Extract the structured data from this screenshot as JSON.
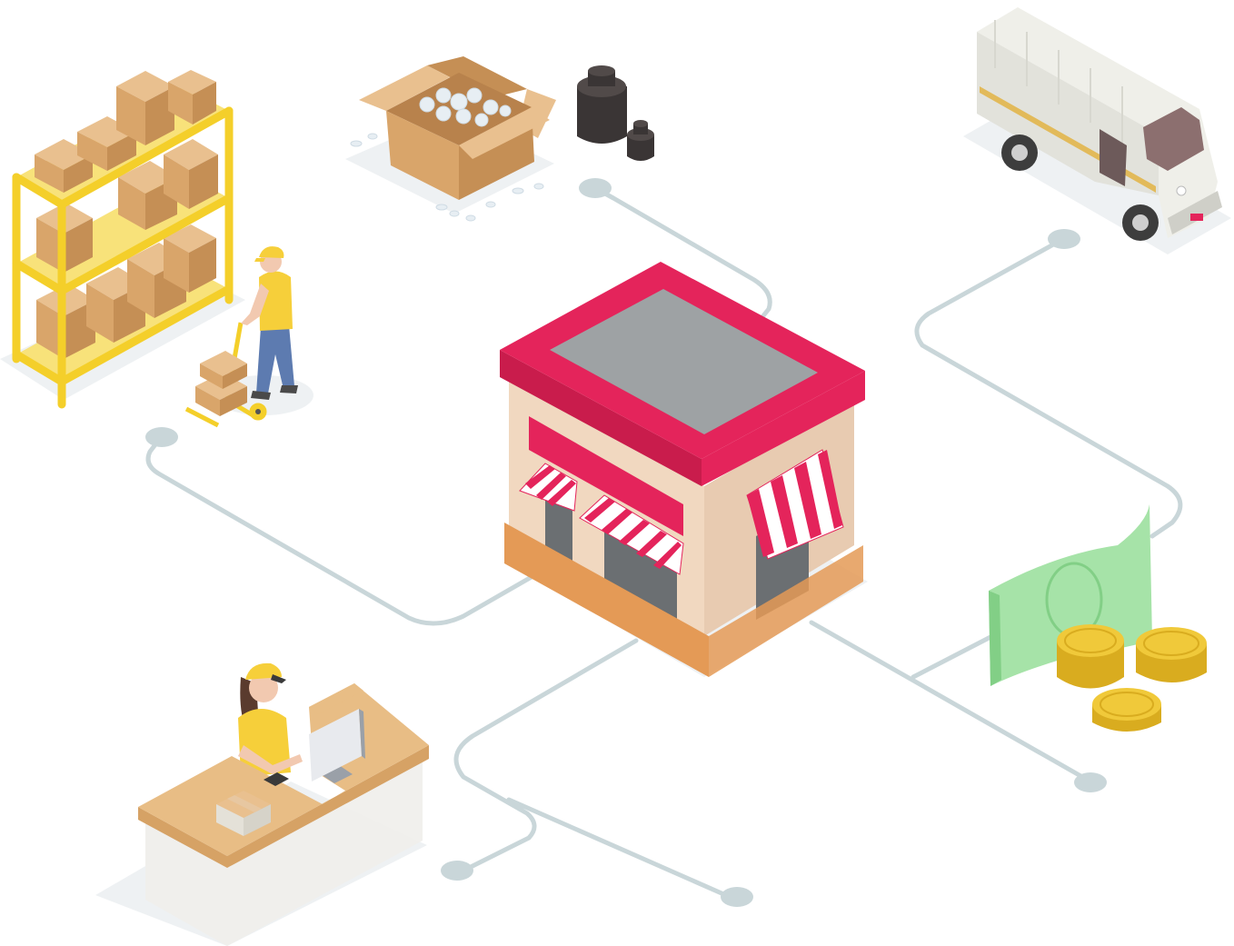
{
  "scene": {
    "kind": "isometric-retail-supply-chain-illustration",
    "nodes": [
      "warehouse-shelving",
      "worker-with-hand-truck",
      "packing-box",
      "weights",
      "delivery-van",
      "store",
      "cash-and-coins",
      "checkout-counter-cashier"
    ]
  },
  "colors": {
    "background": "#ffffff",
    "connector": "#c9d6d9",
    "connector_dot": "#c9d6d9",
    "shadow": "#eef1f3",
    "cardboard_top": "#e9c08f",
    "cardboard_left": "#d9a56a",
    "cardboard_right": "#c58f55",
    "shelf_yellow": "#f4cf2a",
    "shelf_shade": "#f8e27a",
    "worker_shirt": "#f6cf3a",
    "worker_jeans": "#5d7bb0",
    "store_roof": "#e4245b",
    "store_roof_dark": "#c91c4c",
    "store_roof_top": "#9ea2a4",
    "store_wall_left": "#f1d8c0",
    "store_wall_right": "#e8cbb1",
    "store_base": "#e49a56",
    "awning_red": "#e4245b",
    "awning_white": "#ffffff",
    "window": "#6b6f72",
    "van_body": "#efefe9",
    "van_side": "#e2e2db",
    "van_stripe": "#e2ba5a",
    "weight_dark": "#3a3535",
    "weight_mid": "#514a49",
    "money_green": "#a6e3a8",
    "money_green_dark": "#82cf86",
    "coin": "#f0c93a",
    "coin_dark": "#d9ac1f",
    "counter_top": "#e8bd85",
    "counter_front": "#f0efec",
    "monitor": "#e8eaee",
    "monitor_dark": "#9aa0a8",
    "skin": "#f2c9b0"
  }
}
